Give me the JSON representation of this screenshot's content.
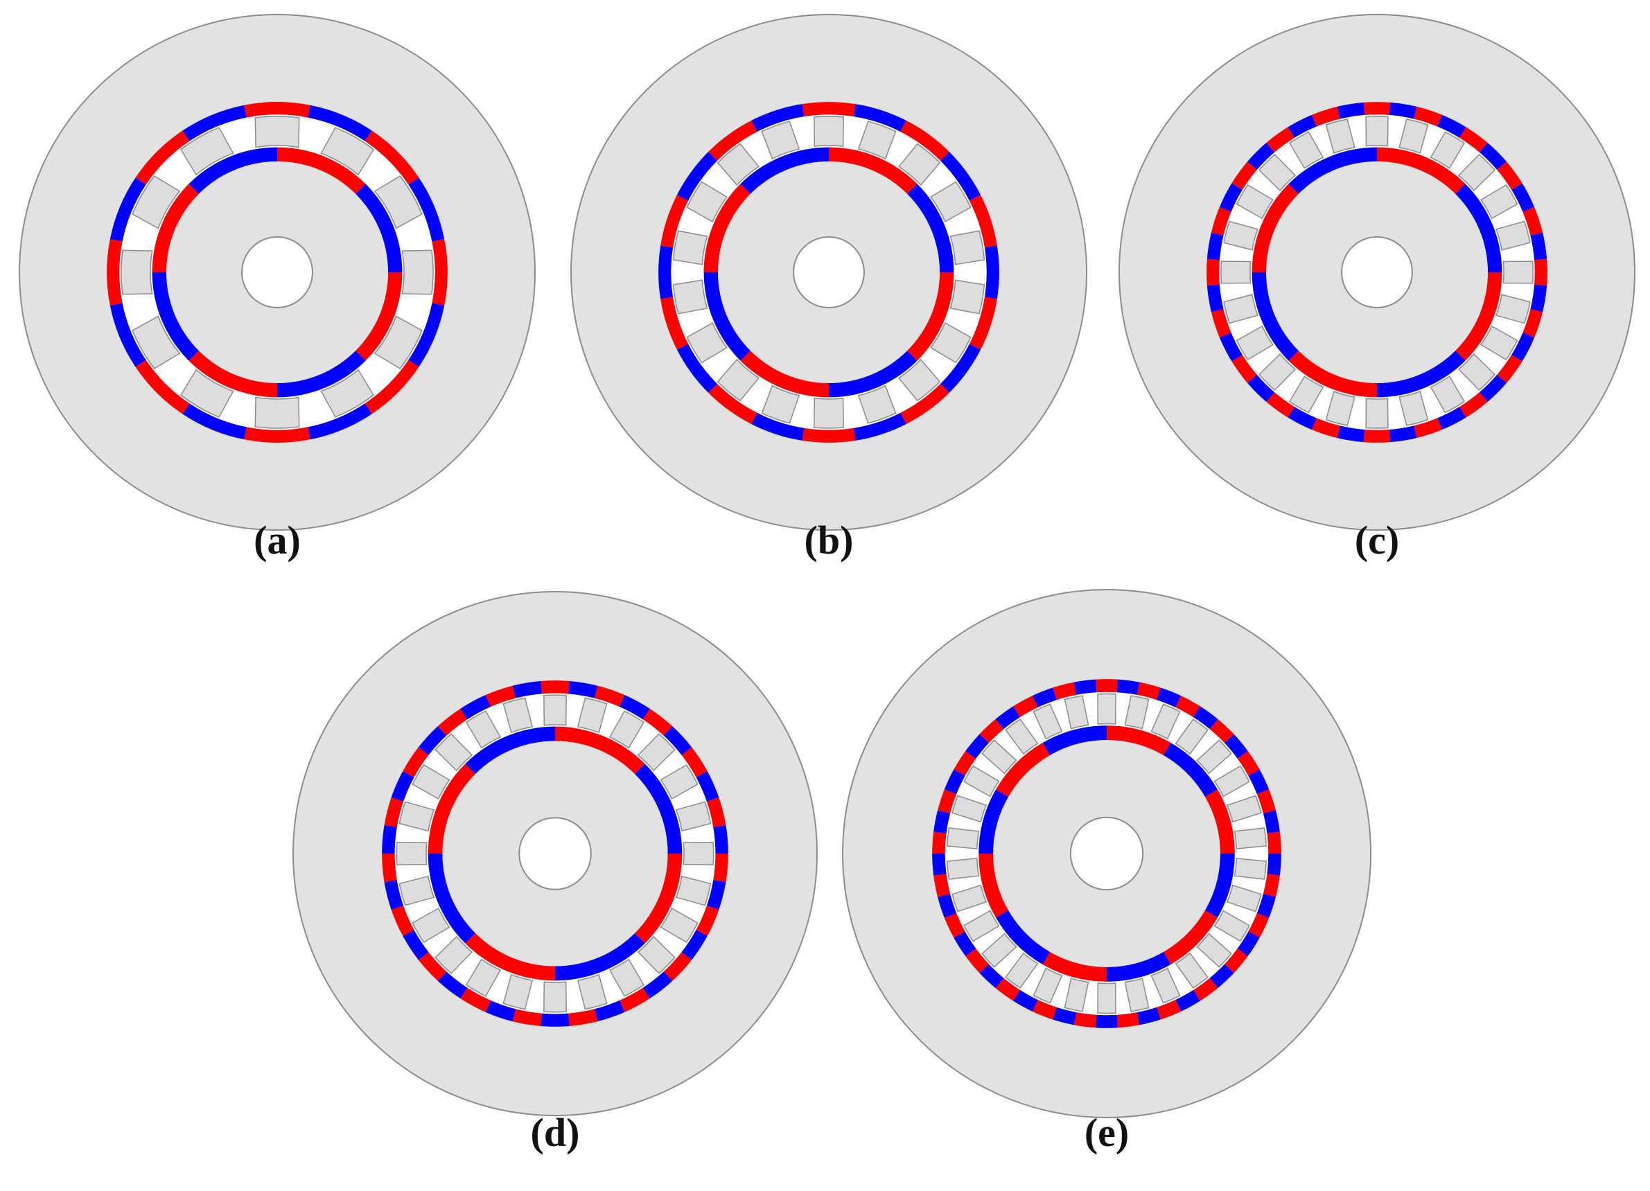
{
  "colors": {
    "background": "#ffffff",
    "housing_fill": "#e2e2e2",
    "outline": "#8c8c8c",
    "magnet_red": "#ff0000",
    "magnet_blue": "#0000ff",
    "airgap": "#ffffff",
    "pole_piece_fill": "#dddddd"
  },
  "panels": [
    {
      "id": "a",
      "label": "(a)",
      "outer_magnet_segments": 16,
      "inner_magnet_segments": 8,
      "pole_pieces": 12
    },
    {
      "id": "b",
      "label": "(b)",
      "outer_magnet_segments": 20,
      "inner_magnet_segments": 8,
      "pole_pieces": 18
    },
    {
      "id": "c",
      "label": "(c)",
      "outer_magnet_segments": 40,
      "inner_magnet_segments": 8,
      "pole_pieces": 24
    },
    {
      "id": "d",
      "label": "(d)",
      "outer_magnet_segments": 38,
      "inner_magnet_segments": 8,
      "pole_pieces": 24
    },
    {
      "id": "e",
      "label": "(e)",
      "outer_magnet_segments": 50,
      "inner_magnet_segments": 12,
      "pole_pieces": 30
    }
  ]
}
